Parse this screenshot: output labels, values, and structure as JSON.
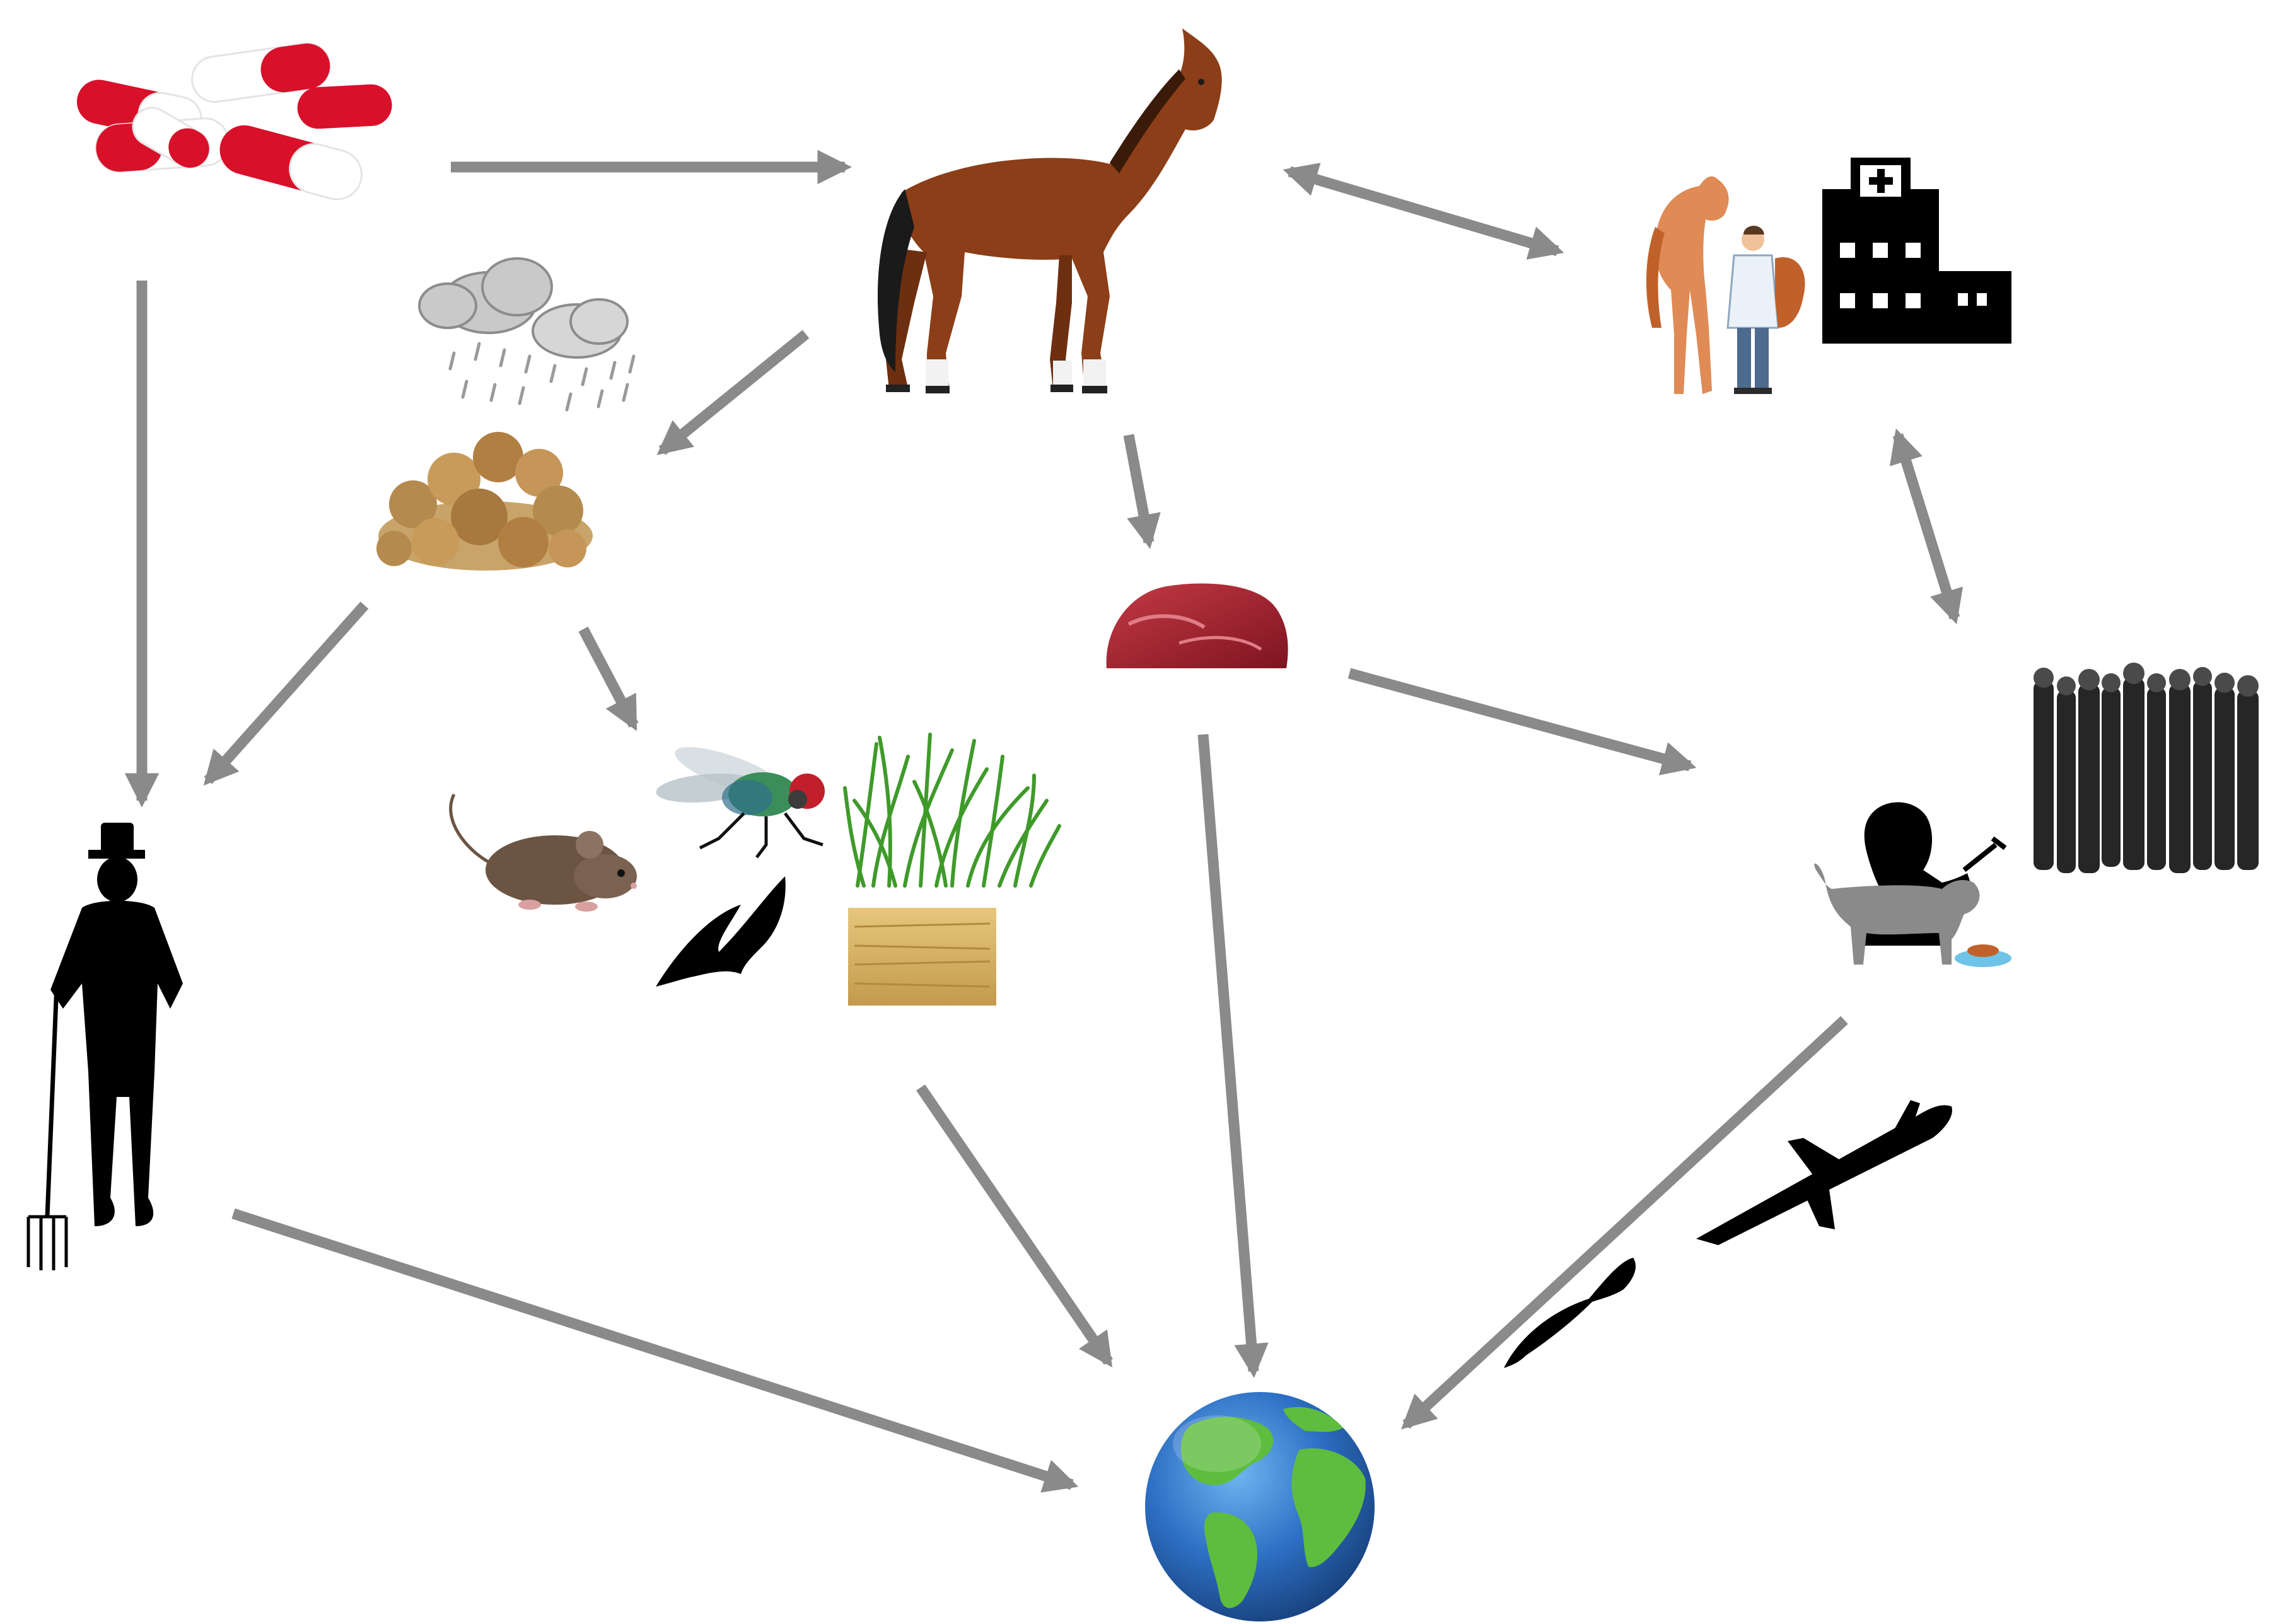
{
  "diagram": {
    "title": "",
    "arrow_color": "#8a8a8a",
    "nodes": [
      {
        "id": "antibiotics",
        "icon": "capsules-icon",
        "colors": [
          "#d8102a",
          "#ffffff"
        ]
      },
      {
        "id": "horse",
        "icon": "horse-icon",
        "colors": [
          "#8b3e17",
          "#1a1a1a"
        ]
      },
      {
        "id": "veterinary-hospital",
        "icon": "vet-hospital-icon",
        "colors": [
          "#e08a55",
          "#000000"
        ]
      },
      {
        "id": "weather-manure",
        "icon": "rain-cloud-manure-icon",
        "colors": [
          "#bfbfbf",
          "#b58a4e"
        ]
      },
      {
        "id": "meat",
        "icon": "raw-meat-icon",
        "colors": [
          "#a3202c"
        ]
      },
      {
        "id": "wildlife-feed",
        "icon": "mouse-fly-bird-grass-hay-icon",
        "colors": [
          "#6b5442",
          "#4a9a2a",
          "#d8b25e"
        ]
      },
      {
        "id": "farmer",
        "icon": "farmer-pitchfork-icon",
        "colors": [
          "#000000"
        ]
      },
      {
        "id": "community",
        "icon": "people-dog-icon",
        "colors": [
          "#000000",
          "#8a8a8a"
        ]
      },
      {
        "id": "travel-birds",
        "icon": "airplane-bird-icon",
        "colors": [
          "#000000"
        ]
      },
      {
        "id": "environment",
        "icon": "globe-icon",
        "colors": [
          "#2d6fc4",
          "#5ebd3e"
        ]
      }
    ],
    "edges": [
      {
        "from": "antibiotics",
        "to": "horse",
        "direction": "forward"
      },
      {
        "from": "antibiotics",
        "to": "farmer",
        "direction": "forward"
      },
      {
        "from": "horse",
        "to": "veterinary-hospital",
        "direction": "both"
      },
      {
        "from": "horse",
        "to": "weather-manure",
        "direction": "forward"
      },
      {
        "from": "horse",
        "to": "meat",
        "direction": "forward"
      },
      {
        "from": "weather-manure",
        "to": "farmer",
        "direction": "forward"
      },
      {
        "from": "weather-manure",
        "to": "wildlife-feed",
        "direction": "forward"
      },
      {
        "from": "veterinary-hospital",
        "to": "community",
        "direction": "both"
      },
      {
        "from": "meat",
        "to": "community",
        "direction": "forward"
      },
      {
        "from": "meat",
        "to": "environment",
        "direction": "forward"
      },
      {
        "from": "wildlife-feed",
        "to": "environment",
        "direction": "forward"
      },
      {
        "from": "farmer",
        "to": "environment",
        "direction": "forward"
      },
      {
        "from": "community",
        "to": "environment",
        "direction": "forward"
      }
    ]
  }
}
